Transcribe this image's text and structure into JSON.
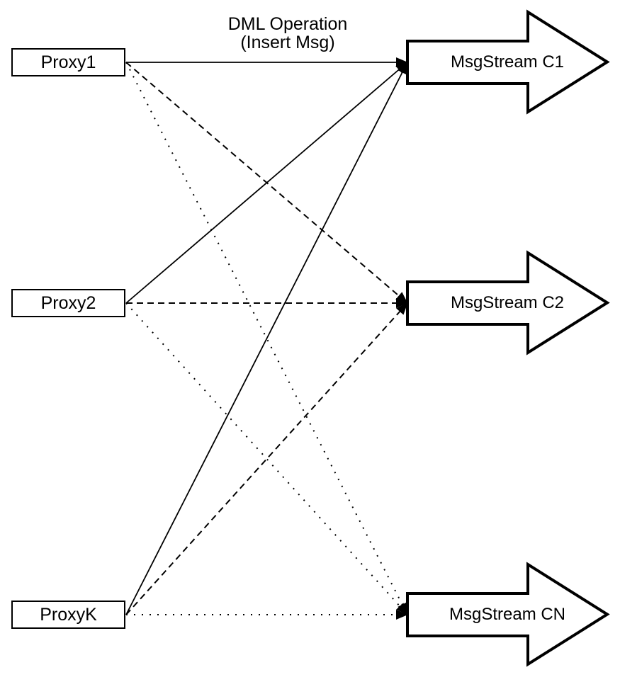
{
  "diagram": {
    "annotation": {
      "line1": "DML Operation",
      "line2": "(Insert Msg)"
    },
    "proxies": [
      {
        "label": "Proxy1"
      },
      {
        "label": "Proxy2"
      },
      {
        "label": "ProxyK"
      }
    ],
    "streams": [
      {
        "label": "MsgStream C1"
      },
      {
        "label": "MsgStream C2"
      },
      {
        "label": "MsgStream CN"
      }
    ],
    "connections": [
      {
        "from": "Proxy1",
        "to": "MsgStream C1",
        "style": "solid"
      },
      {
        "from": "Proxy1",
        "to": "MsgStream C2",
        "style": "dashed"
      },
      {
        "from": "Proxy1",
        "to": "MsgStream CN",
        "style": "dotted"
      },
      {
        "from": "Proxy2",
        "to": "MsgStream C1",
        "style": "solid"
      },
      {
        "from": "Proxy2",
        "to": "MsgStream C2",
        "style": "dashed"
      },
      {
        "from": "Proxy2",
        "to": "MsgStream CN",
        "style": "dotted"
      },
      {
        "from": "ProxyK",
        "to": "MsgStream C1",
        "style": "solid"
      },
      {
        "from": "ProxyK",
        "to": "MsgStream C2",
        "style": "dashed"
      },
      {
        "from": "ProxyK",
        "to": "MsgStream CN",
        "style": "dotted"
      }
    ],
    "colors": {
      "line": "#000000",
      "shape_fill": "#ffffff",
      "text": "#000000",
      "background": "#ffffff"
    }
  }
}
